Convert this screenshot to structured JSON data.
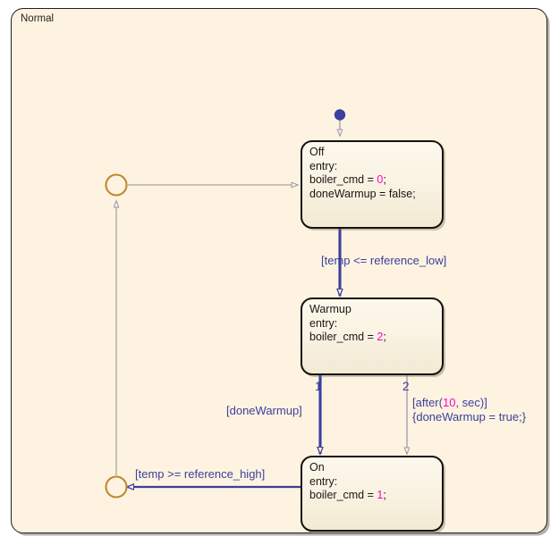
{
  "chart": {
    "superstate_label": "Normal",
    "background_color": "#fdf3e0",
    "border_color": "#231f1c"
  },
  "colors": {
    "state_border": "#14110e",
    "state_fill_top": "#fdf8ec",
    "state_fill_bottom": "#f2ead4",
    "transition_label": "#3b3f9e",
    "literal_number": "#ff00d0",
    "active_transition": "#3b3f9e",
    "inactive_transition": "#b9b2ac",
    "junction_border": "#c08a2e",
    "junction_fill": "#fdf3e0",
    "default_dot": "#3b3f9e"
  },
  "states": [
    {
      "id": "off",
      "name": "Off",
      "lines": [
        {
          "text": "entry:"
        },
        {
          "pre": "boiler_cmd = ",
          "value": "0",
          "post": ";"
        },
        {
          "text": "doneWarmup = false;"
        }
      ]
    },
    {
      "id": "warmup",
      "name": "Warmup",
      "lines": [
        {
          "text": "entry:"
        },
        {
          "pre": "boiler_cmd = ",
          "value": "2",
          "post": ";"
        }
      ]
    },
    {
      "id": "on",
      "name": "On",
      "lines": [
        {
          "text": "entry:"
        },
        {
          "pre": "boiler_cmd = ",
          "value": "1",
          "post": ";"
        }
      ]
    }
  ],
  "transitions": {
    "off_to_warmup": {
      "label": "[temp <= reference_low]",
      "active": true
    },
    "warmup_to_on": {
      "label": "[doneWarmup]",
      "priority": "1",
      "active": true
    },
    "warmup_to_on_timeout": {
      "label_pre": "[after(",
      "label_value": "10",
      "label_post": ", sec)]",
      "label_line2": "{doneWarmup = true;}",
      "priority": "2",
      "active": false
    },
    "on_to_junction": {
      "label": "[temp >= reference_high]",
      "active": true
    },
    "junction_to_off": {
      "label": "",
      "active": false
    }
  },
  "junctions": [
    {
      "id": "junction-top"
    },
    {
      "id": "junction-bottom"
    }
  ],
  "default_transition": {
    "id": "default-transition-dot"
  }
}
